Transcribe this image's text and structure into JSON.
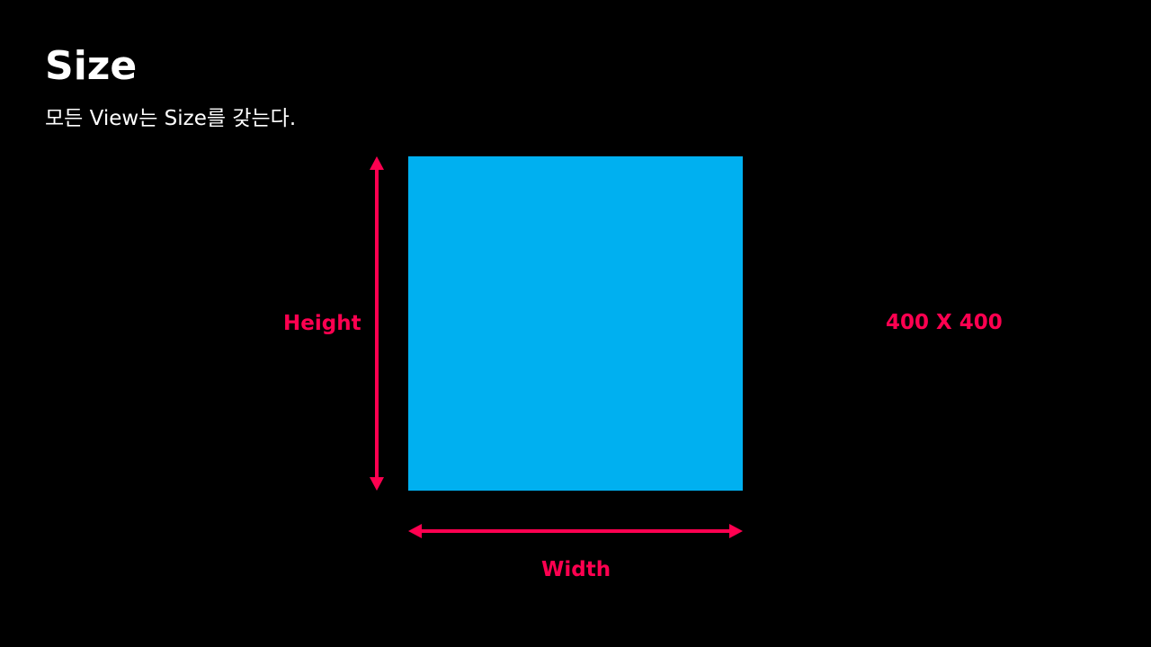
{
  "slide": {
    "title": "Size",
    "subtitle": "모든 View는 Size를 갖는다."
  },
  "diagram": {
    "height_label": "Height",
    "width_label": "Width",
    "size_label": "400 X 400"
  },
  "colors": {
    "background": "#000000",
    "text": "#ffffff",
    "box": "#00b0f0",
    "accent": "#ff0050"
  }
}
